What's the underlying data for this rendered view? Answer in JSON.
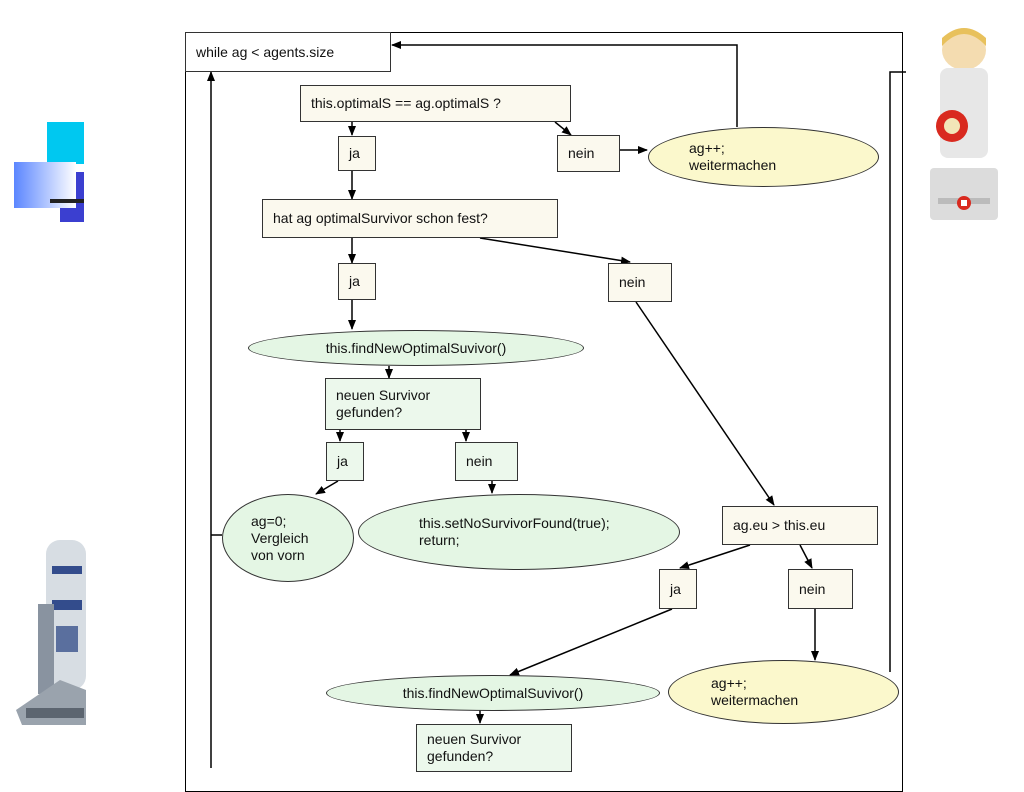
{
  "loop_header": "while ag < agents.size",
  "nodes": {
    "q_optimalS": "this.optimalS == ag.optimalS ?",
    "ja_1": "ja",
    "nein_1": "nein",
    "ag_continue_1": "ag++;\nweitermachen",
    "q_has_survivor": "hat ag optimalSurvivor schon fest?",
    "ja_2": "ja",
    "nein_2": "nein",
    "find_new_1": "this.findNewOptimalSuvivor()",
    "q_new_survivor_1": "neuen Survivor\ngefunden?",
    "ja_3": "ja",
    "nein_3": "nein",
    "reset": "ag=0;\nVergleich\nvon vorn",
    "set_no_survivor": "this.setNoSurvivorFound(true);\nreturn;",
    "q_eu": "ag.eu > this.eu",
    "ja_4": "ja",
    "nein_4": "nein",
    "find_new_2": "this.findNewOptimalSuvivor()",
    "ag_continue_2": "ag++;\nweitermachen",
    "q_new_survivor_2": "neuen Survivor\ngefunden?"
  },
  "colors": {
    "slide_logo_cyan": "#00c8f0",
    "slide_logo_blue": "#3b3fd0",
    "green_fill": "#e4f6e4",
    "yellow_fill": "#fbf8cc",
    "box_fill": "#fbf9ee"
  },
  "decorative": [
    "slide-logo-squares",
    "playmobil-figure-image",
    "robot-image"
  ]
}
